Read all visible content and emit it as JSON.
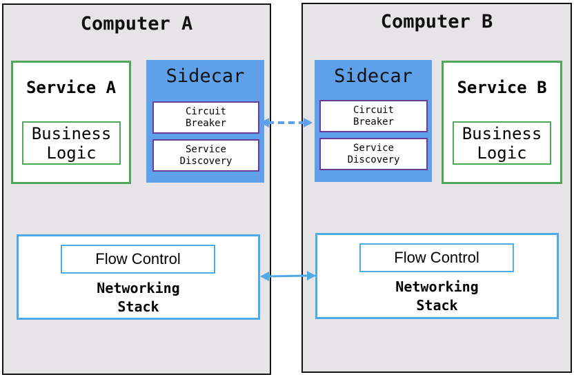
{
  "computer_a": {
    "title": "Computer A",
    "service": {
      "title": "Service A",
      "business_logic": "Business\nLogic"
    },
    "sidecar": {
      "title": "Sidecar",
      "circuit_breaker": "Circuit\nBreaker",
      "service_discovery": "Service\nDiscovery"
    },
    "networking": {
      "flow_control": "Flow Control",
      "title": "Networking\nStack"
    }
  },
  "computer_b": {
    "title": "Computer B",
    "service": {
      "title": "Service B",
      "business_logic": "Business\nLogic"
    },
    "sidecar": {
      "title": "Sidecar",
      "circuit_breaker": "Circuit\nBreaker",
      "service_discovery": "Service\nDiscovery"
    },
    "networking": {
      "flow_control": "Flow Control",
      "title": "Networking\nStack"
    }
  },
  "colors": {
    "computer_bg": "#e6e4e6",
    "service_border": "#4fa857",
    "sidecar_bg": "#5ea1e9",
    "component_border": "#6a3b99",
    "network_border": "#4eaae6",
    "arrow": "#4eaae6"
  }
}
